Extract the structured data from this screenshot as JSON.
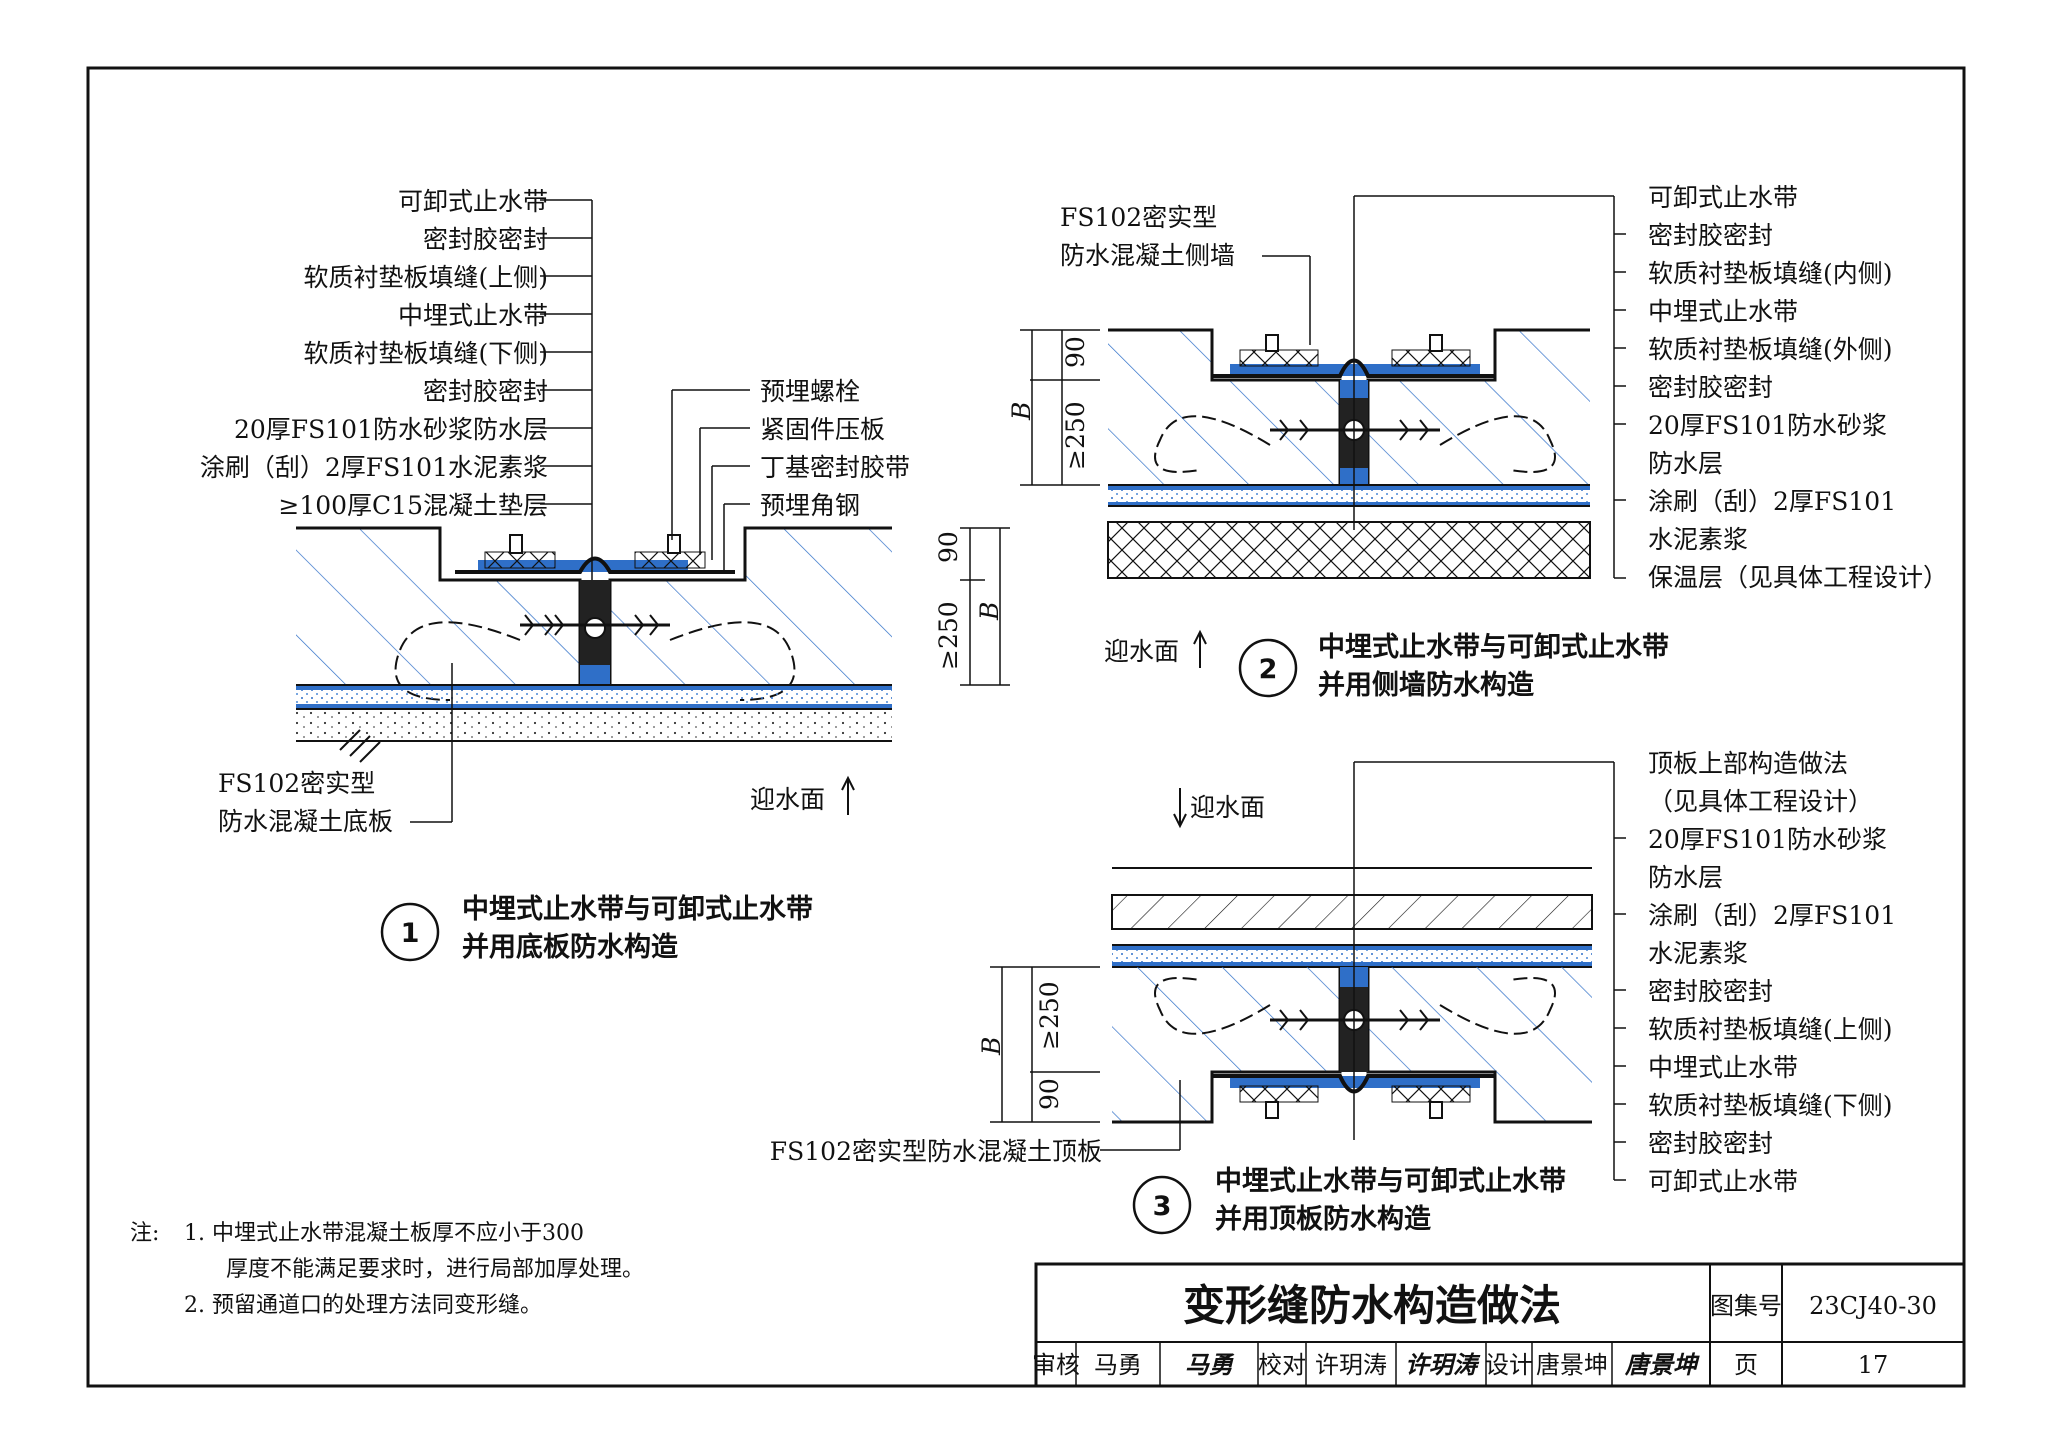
{
  "detail1": {
    "labels_left": [
      "可卸式止水带",
      "密封胶密封",
      "软质衬垫板填缝(上侧)",
      "中埋式止水带",
      "软质衬垫板填缝(下侧)",
      "密封胶密封",
      "20厚FS101防水砂浆防水层",
      "涂刷（刮）2厚FS101水泥素浆",
      "≥100厚C15混凝土垫层"
    ],
    "labels_right": [
      "预埋螺栓",
      "紧固件压板",
      "丁基密封胶带",
      "预埋角钢"
    ],
    "concrete_label": [
      "FS102密实型",
      "防水混凝土底板"
    ],
    "water_face": "迎水面",
    "dim_90": "90",
    "dim_250": "≥250",
    "dim_B": "B",
    "number": "1",
    "caption": [
      "中埋式止水带与可卸式止水带",
      "并用底板防水构造"
    ]
  },
  "detail2": {
    "concrete_label": [
      "FS102密实型",
      "防水混凝土侧墙"
    ],
    "labels_right": [
      "可卸式止水带",
      "密封胶密封",
      "软质衬垫板填缝(内侧)",
      "中埋式止水带",
      "软质衬垫板填缝(外侧)",
      "密封胶密封",
      "20厚FS101防水砂浆",
      "防水层",
      "涂刷（刮）2厚FS101",
      "水泥素浆",
      "保温层（见具体工程设计）"
    ],
    "water_face": "迎水面",
    "dim_90": "90",
    "dim_250": "≥250",
    "dim_B": "B",
    "number": "2",
    "caption": [
      "中埋式止水带与可卸式止水带",
      "并用侧墙防水构造"
    ]
  },
  "detail3": {
    "water_face": "迎水面",
    "labels_right": [
      "顶板上部构造做法",
      "（见具体工程设计）",
      "20厚FS101防水砂浆",
      "防水层",
      "涂刷（刮）2厚FS101",
      "水泥素浆",
      "密封胶密封",
      "软质衬垫板填缝(上侧)",
      "中埋式止水带",
      "软质衬垫板填缝(下侧)",
      "密封胶密封",
      "可卸式止水带"
    ],
    "concrete_label": "FS102密实型防水混凝土顶板",
    "dim_90": "90",
    "dim_250": "≥250",
    "dim_B": "B",
    "number": "3",
    "caption": [
      "中埋式止水带与可卸式止水带",
      "并用顶板防水构造"
    ]
  },
  "notes": {
    "prefix": "注:",
    "n1a": "1.  中埋式止水带混凝土板厚不应小于300",
    "n1b": "厚度不能满足要求时，进行局部加厚处理。",
    "n2": "2.  预留通道口的处理方法同变形缝。"
  },
  "title_block": {
    "title": "变形缝防水构造做法",
    "atlas_label": "图集号",
    "atlas_no": "23CJ40-30",
    "review_label": "审核",
    "reviewer": "马勇",
    "reviewer_sig": "马勇",
    "check_label": "校对",
    "checker": "许玥涛",
    "checker_sig": "许玥涛",
    "design_label": "设计",
    "designer": "唐景坤",
    "designer_sig": "唐景坤",
    "page_label": "页",
    "page_no": "17"
  },
  "colors": {
    "waterproof": "#2f6fc8",
    "line": "#111111"
  }
}
